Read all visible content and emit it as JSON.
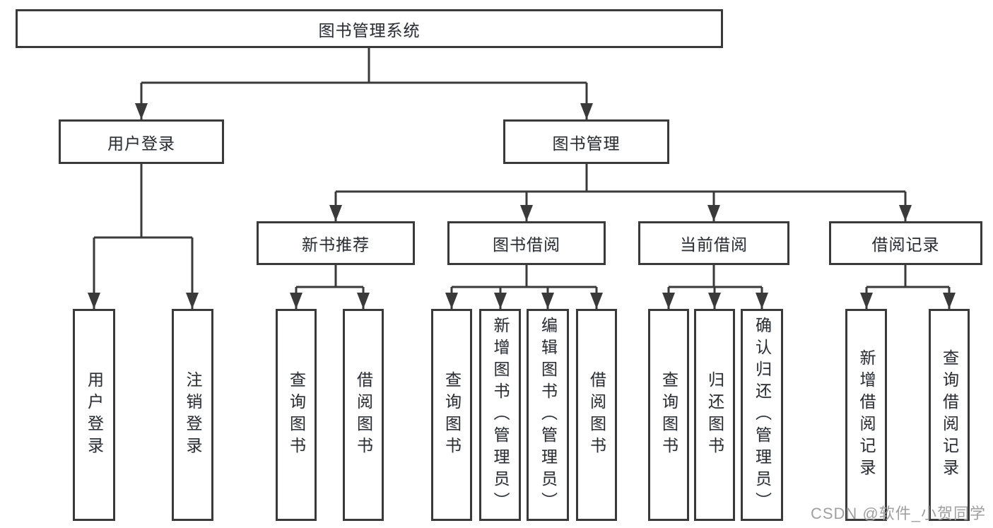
{
  "tree": {
    "label": "图书管理系统",
    "children": [
      {
        "label": "用户登录",
        "children": [
          {
            "label": "用户登录"
          },
          {
            "label": "注销登录"
          }
        ]
      },
      {
        "label": "图书管理",
        "children": [
          {
            "label": "新书推荐",
            "children": [
              {
                "label": "查询图书"
              },
              {
                "label": "借阅图书"
              }
            ]
          },
          {
            "label": "图书借阅",
            "children": [
              {
                "label": "查询图书"
              },
              {
                "label": "新增图书（管理员）"
              },
              {
                "label": "编辑图书（管理员）"
              },
              {
                "label": "借阅图书"
              }
            ]
          },
          {
            "label": "当前借阅",
            "children": [
              {
                "label": "查询图书"
              },
              {
                "label": "归还图书"
              },
              {
                "label": "确认归还（管理员）"
              }
            ]
          },
          {
            "label": "借阅记录",
            "children": [
              {
                "label": "新增借阅记录"
              },
              {
                "label": "查询借阅记录"
              }
            ]
          }
        ]
      }
    ]
  },
  "watermark": {
    "text": "CSDN @软件_小贺同学"
  },
  "colors": {
    "line": "#3a3a3a",
    "text": "#2d2d2d",
    "watermark": "#a0a0a0",
    "background": "#ffffff"
  }
}
